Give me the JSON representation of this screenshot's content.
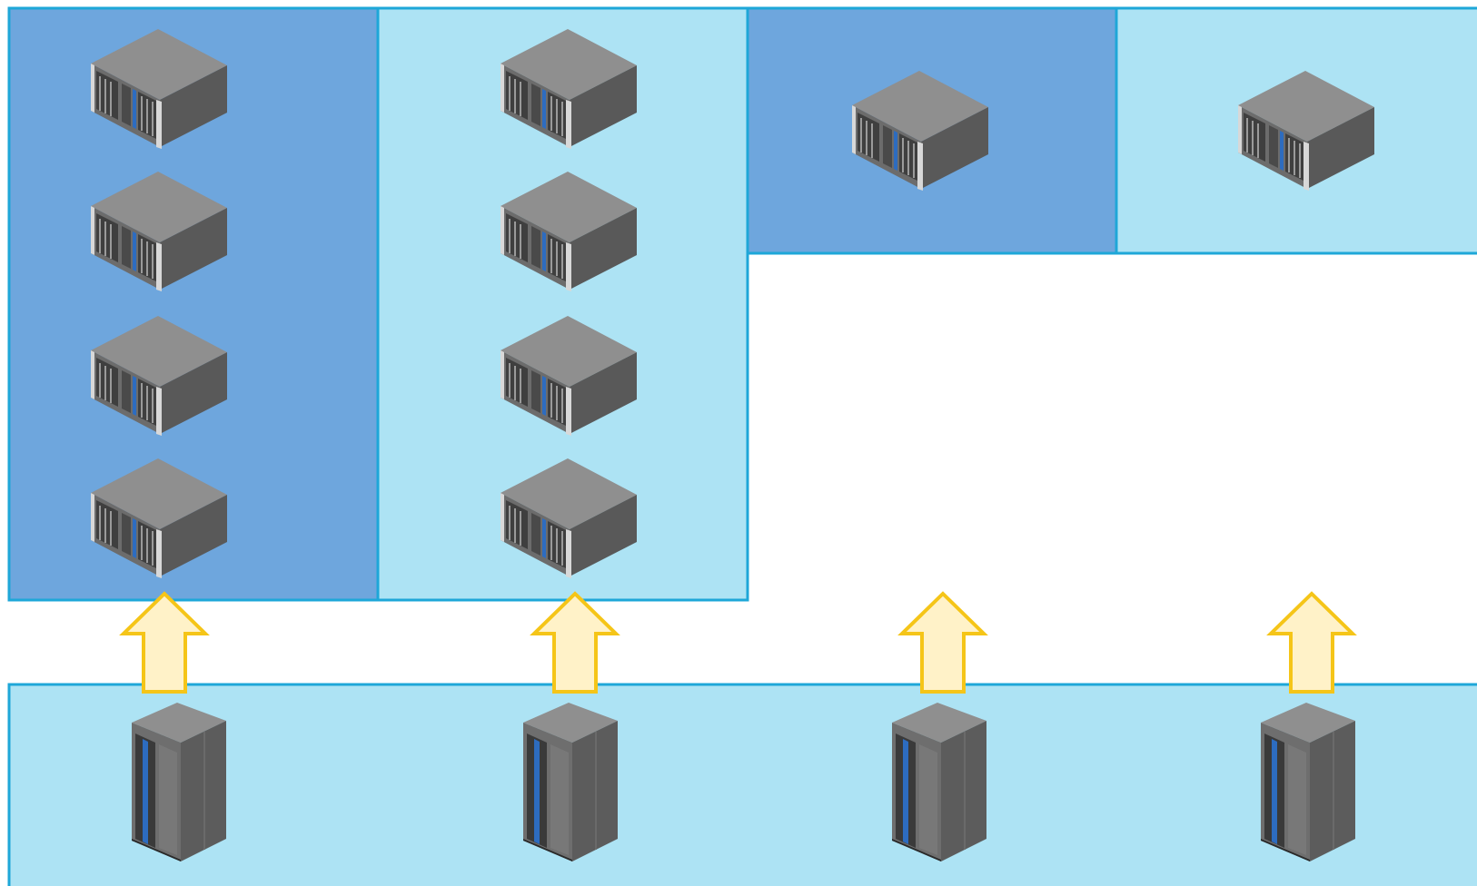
{
  "colors": {
    "dark_cell": "#6ea6dd",
    "light_cell": "#ade3f4",
    "border": "#1ea7d8",
    "arrow_fill": "#fff2c8",
    "arrow_stroke": "#f5c518",
    "server_top": "#8e8e8e",
    "server_front": "#6f6f6f",
    "server_side": "#5a5a5a",
    "accent": "#2d6cc0"
  },
  "columns": [
    {
      "label": "",
      "tone": "dark",
      "servers": 4
    },
    {
      "label": "",
      "tone": "light",
      "servers": 4
    },
    {
      "label": "",
      "tone": "dark",
      "servers": 1
    },
    {
      "label": "",
      "tone": "light",
      "servers": 1
    }
  ],
  "icons": {
    "rack_server": "rack-server-icon",
    "tower_server": "tower-server-icon",
    "arrow": "up-arrow-icon"
  },
  "storage_row": {
    "tone": "light",
    "units": 4
  }
}
